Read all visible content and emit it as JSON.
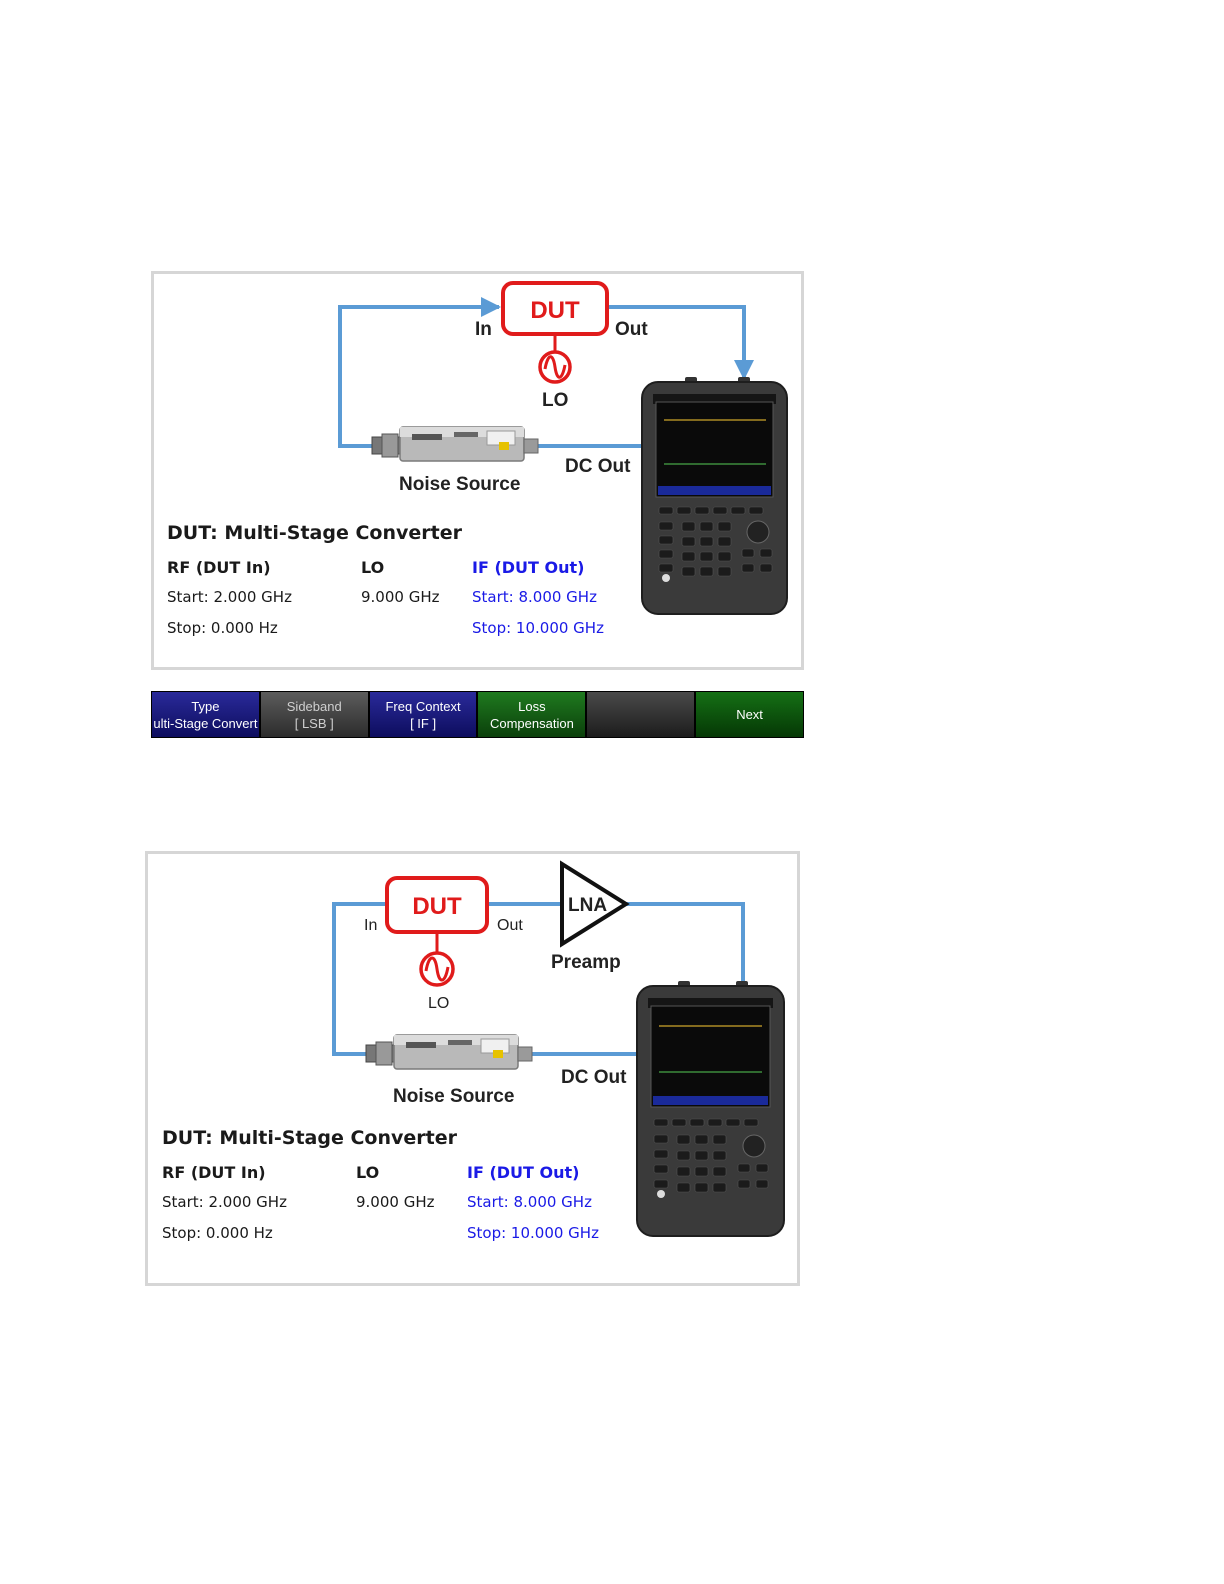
{
  "figure1": {
    "labels": {
      "dut": "DUT",
      "in": "In",
      "out": "Out",
      "lo": "LO",
      "noise_source": "Noise Source",
      "dc_out": "DC Out"
    },
    "info": {
      "title": "DUT: Multi-Stage Converter",
      "rf_header": "RF (DUT In)",
      "lo_header": "LO",
      "if_header": "IF (DUT Out)",
      "rf_start": "Start: 2.000 GHz",
      "rf_stop": "Stop: 0.000 Hz",
      "lo_value": "9.000 GHz",
      "if_start": "Start: 8.000 GHz",
      "if_stop": "Stop: 10.000 GHz"
    }
  },
  "softkeys": [
    {
      "line1": "Type",
      "line2": "ulti-Stage Convert"
    },
    {
      "line1": "Sideband",
      "line2": "[ LSB ]"
    },
    {
      "line1": "Freq Context",
      "line2": "[ IF ]"
    },
    {
      "line1": "Loss",
      "line2": "Compensation"
    },
    {
      "line1": "",
      "line2": ""
    },
    {
      "line1": "Next",
      "line2": ""
    }
  ],
  "figure2": {
    "labels": {
      "dut": "DUT",
      "in": "In",
      "out": "Out",
      "lo": "LO",
      "lna": "LNA",
      "preamp": "Preamp",
      "noise_source": "Noise Source",
      "dc_out": "DC Out"
    },
    "info": {
      "title": "DUT: Multi-Stage Converter",
      "rf_header": "RF (DUT In)",
      "lo_header": "LO",
      "if_header": "IF (DUT Out)",
      "rf_start": "Start: 2.000 GHz",
      "rf_stop": "Stop: 0.000 Hz",
      "lo_value": "9.000 GHz",
      "if_start": "Start: 8.000 GHz",
      "if_stop": "Stop: 10.000 GHz"
    }
  },
  "colors": {
    "wire": "#5b9bd5",
    "dut_red": "#e01b1b",
    "if_blue": "#1a1ae6"
  }
}
